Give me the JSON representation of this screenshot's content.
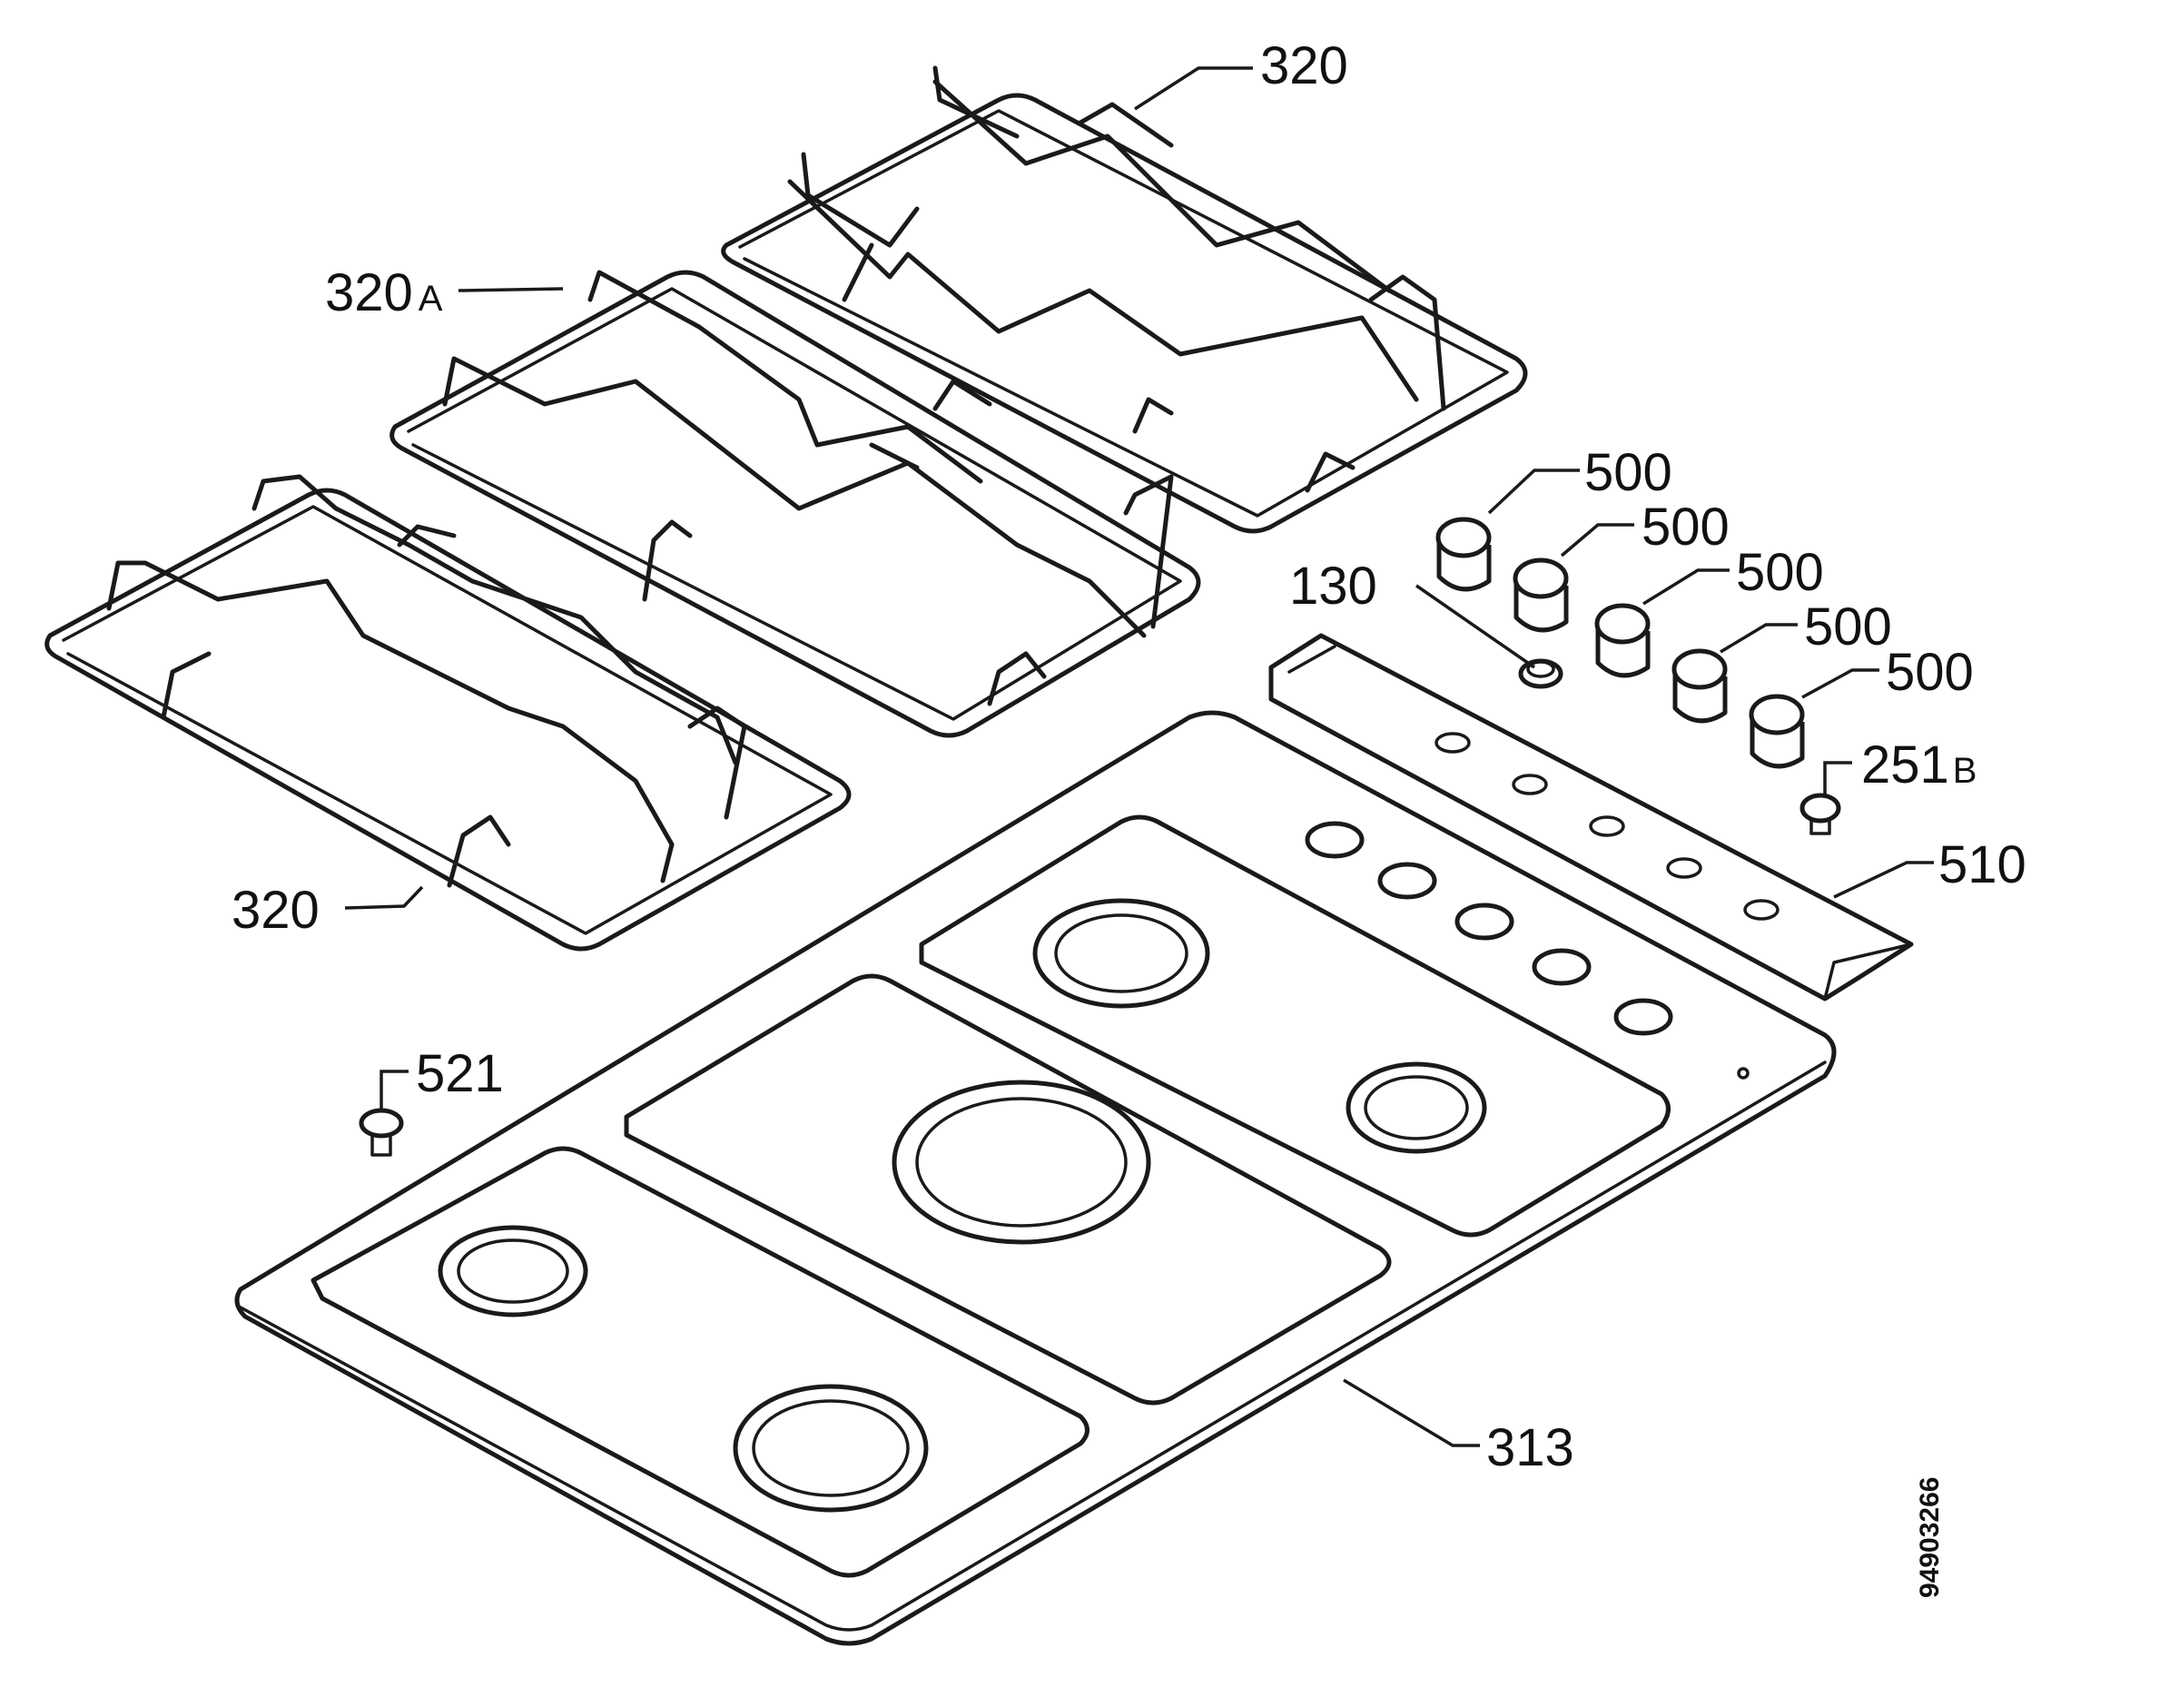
{
  "labels": {
    "grid_top": "320",
    "grid_middle": "320",
    "grid_middle_suffix": "A",
    "grid_bottom": "320",
    "knob_1": "500",
    "knob_2": "500",
    "knob_3": "500",
    "knob_4": "500",
    "knob_5": "500",
    "igniter": "130",
    "screw_right": "251",
    "screw_right_suffix": "B",
    "control_panel": "510",
    "screw_left": "521",
    "hob_top": "313"
  },
  "document_id": "94903266",
  "colors": {
    "line": "#1a1a1a",
    "background": "#ffffff"
  }
}
